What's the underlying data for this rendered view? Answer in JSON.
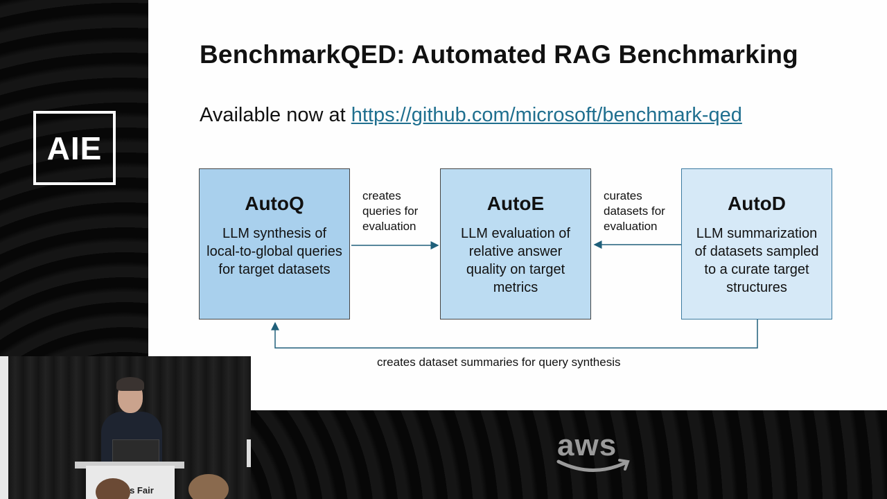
{
  "slide": {
    "title": "BenchmarkQED: Automated RAG Benchmarking",
    "availability_prefix": "Available now at ",
    "availability_link": "https://github.com/microsoft/benchmark-qed"
  },
  "diagram": {
    "boxes": [
      {
        "title": "AutoQ",
        "description": "LLM synthesis of local-to-global queries for target datasets"
      },
      {
        "title": "AutoE",
        "description": "LLM evaluation of relative answer quality on target metrics"
      },
      {
        "title": "AutoD",
        "description": "LLM summarization of datasets sampled to a curate target structures"
      }
    ],
    "arrows": [
      {
        "label": "creates queries for evaluation"
      },
      {
        "label": "curates datasets for evaluation"
      },
      {
        "label": "creates dataset summaries for query synthesis"
      }
    ]
  },
  "branding": {
    "event_logo": "AIE",
    "sponsor_logo": "aws",
    "podium_sign": "'s Fair"
  },
  "colors": {
    "autoq_fill": "#a9d0ed",
    "autoe_fill": "#bcdcf2",
    "autod_fill": "#d6e9f7",
    "link": "#1f6f8f",
    "arrow": "#1f5f7a"
  }
}
